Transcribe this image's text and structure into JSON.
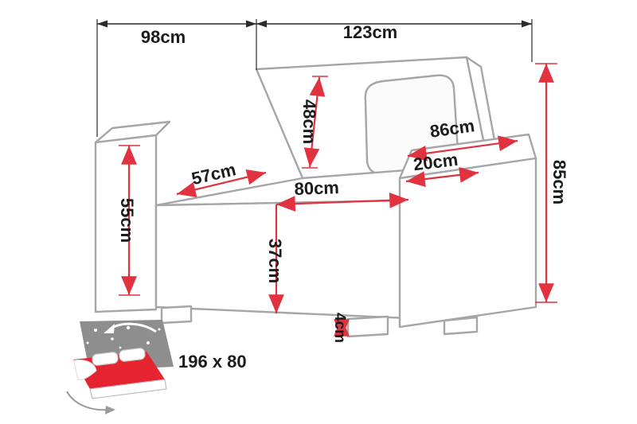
{
  "diagram": {
    "labels": {
      "width_back": "98cm",
      "width_total": "123cm",
      "backrest_height": "48cm",
      "armrest_length": "86cm",
      "armrest_width": "20cm",
      "overall_height": "85cm",
      "armrest_height": "55cm",
      "seat_depth": "57cm",
      "seat_width": "80cm",
      "seat_height": "37cm",
      "leg_height": "4cm"
    },
    "bed": {
      "sleeping_area": "196 x 80"
    },
    "colors": {
      "dimension_red": "#e0323f",
      "outline_gray": "#a6a6a6",
      "text_black": "#1c1c1c",
      "bed_gray": "#8e8e8e",
      "bed_red": "#e62430"
    }
  }
}
